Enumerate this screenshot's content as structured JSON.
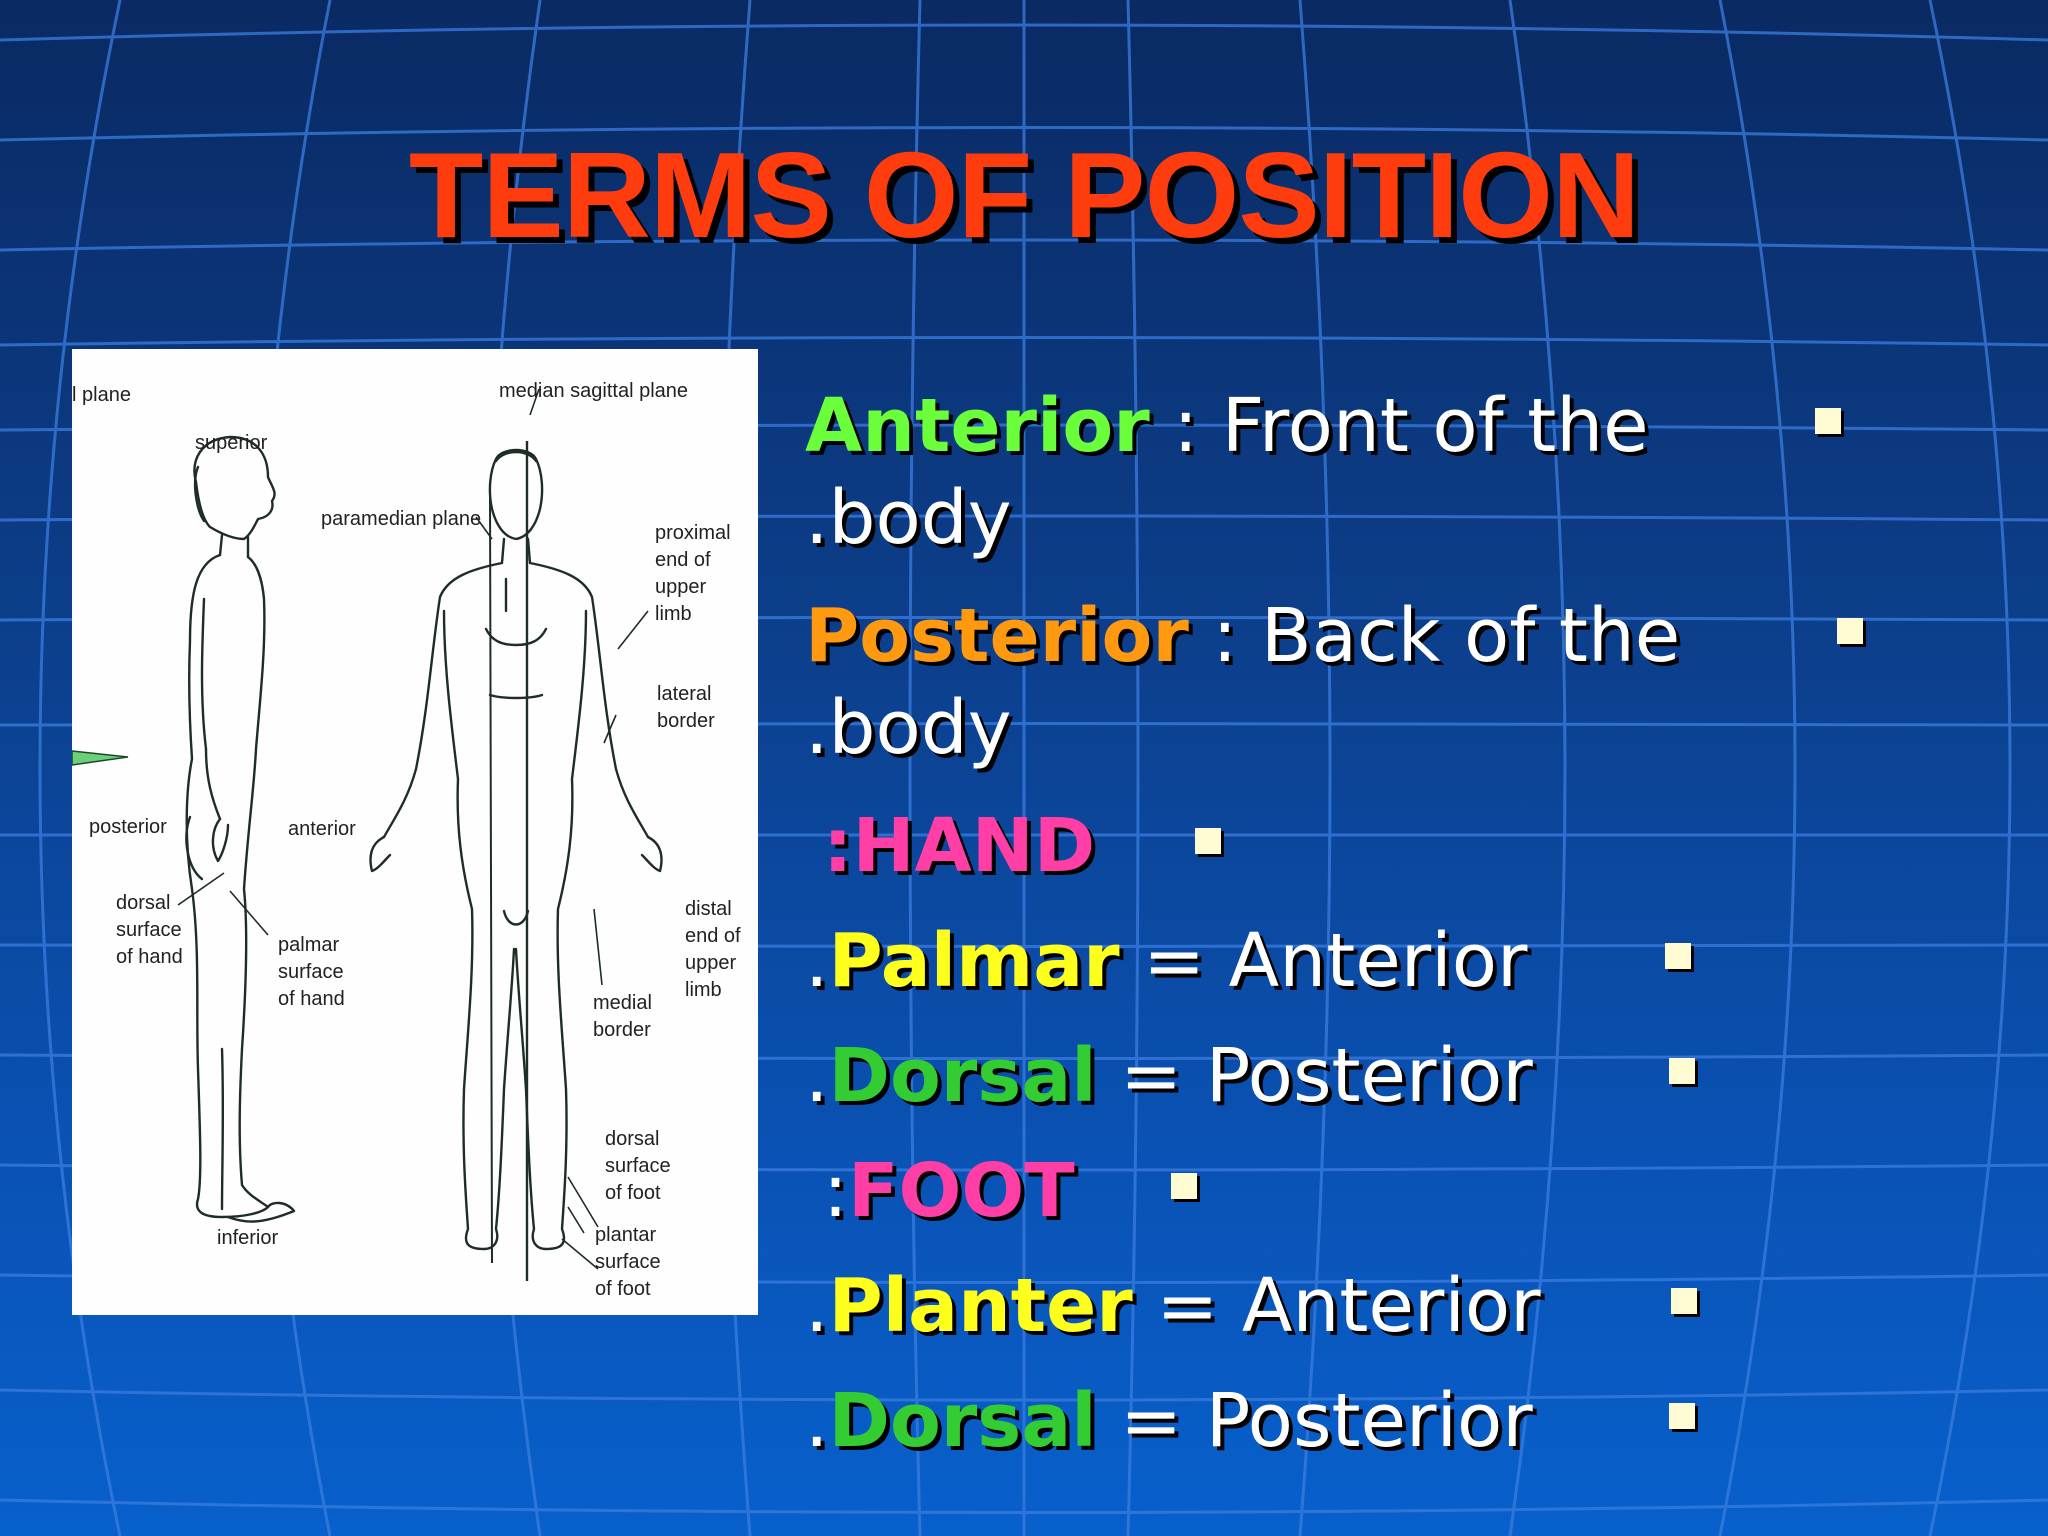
{
  "slide": {
    "title": "TERMS OF POSITION",
    "lines": [
      {
        "prefix": "",
        "term": "Anterior",
        "rest": " : Front of the",
        "term_color": "#6aff3a"
      },
      {
        "prefix": ".body",
        "term": "",
        "rest": "",
        "term_color": "#ffffff"
      },
      {
        "prefix": "",
        "term": "Posterior",
        "rest": " : Back of the",
        "term_color": "#ff9a10"
      },
      {
        "prefix": ".body",
        "term": "",
        "rest": "",
        "term_color": "#ffffff"
      },
      {
        "prefix": " ",
        "term": ":HAND",
        "rest": "",
        "term_color": "#ff3fa6"
      },
      {
        "prefix": ".",
        "term": "Palmar",
        "rest": " = Anterior",
        "term_color": "#ffff1e"
      },
      {
        "prefix": ".",
        "term": "Dorsal",
        "rest": " = Posterior",
        "term_color": "#33cc33"
      },
      {
        "prefix": " :",
        "term": "FOOT",
        "rest": "",
        "term_color": "#ff3fa6"
      },
      {
        "prefix": ".",
        "term": "Planter",
        "rest": " = Anterior",
        "term_color": "#ffff1e"
      },
      {
        "prefix": ".",
        "term": "Dorsal",
        "rest": " = Posterior",
        "term_color": "#33cc33"
      }
    ]
  },
  "figure": {
    "labels": {
      "l_plane": "l plane",
      "median_sagittal_plane": "median sagittal plane",
      "superior": "superior",
      "paramedian_plane": "paramedian plane",
      "proximal_1": "proximal",
      "proximal_2": "end of",
      "proximal_3": "upper",
      "proximal_4": "limb",
      "lateral_1": "lateral",
      "lateral_2": "border",
      "posterior": "posterior",
      "anterior": "anterior",
      "dorsal_hand_1": "dorsal",
      "dorsal_hand_2": "surface",
      "dorsal_hand_3": "of hand",
      "palmar_1": "palmar",
      "palmar_2": "surface",
      "palmar_3": "of hand",
      "distal_1": "distal",
      "distal_2": "end of",
      "distal_3": "upper",
      "distal_4": "limb",
      "medial_1": "medial",
      "medial_2": "border",
      "dorsal_foot_1": "dorsal",
      "dorsal_foot_2": "surface",
      "dorsal_foot_3": "of foot",
      "inferior": "inferior",
      "plantar_1": "plantar",
      "plantar_2": "surface",
      "plantar_3": "of foot"
    }
  }
}
